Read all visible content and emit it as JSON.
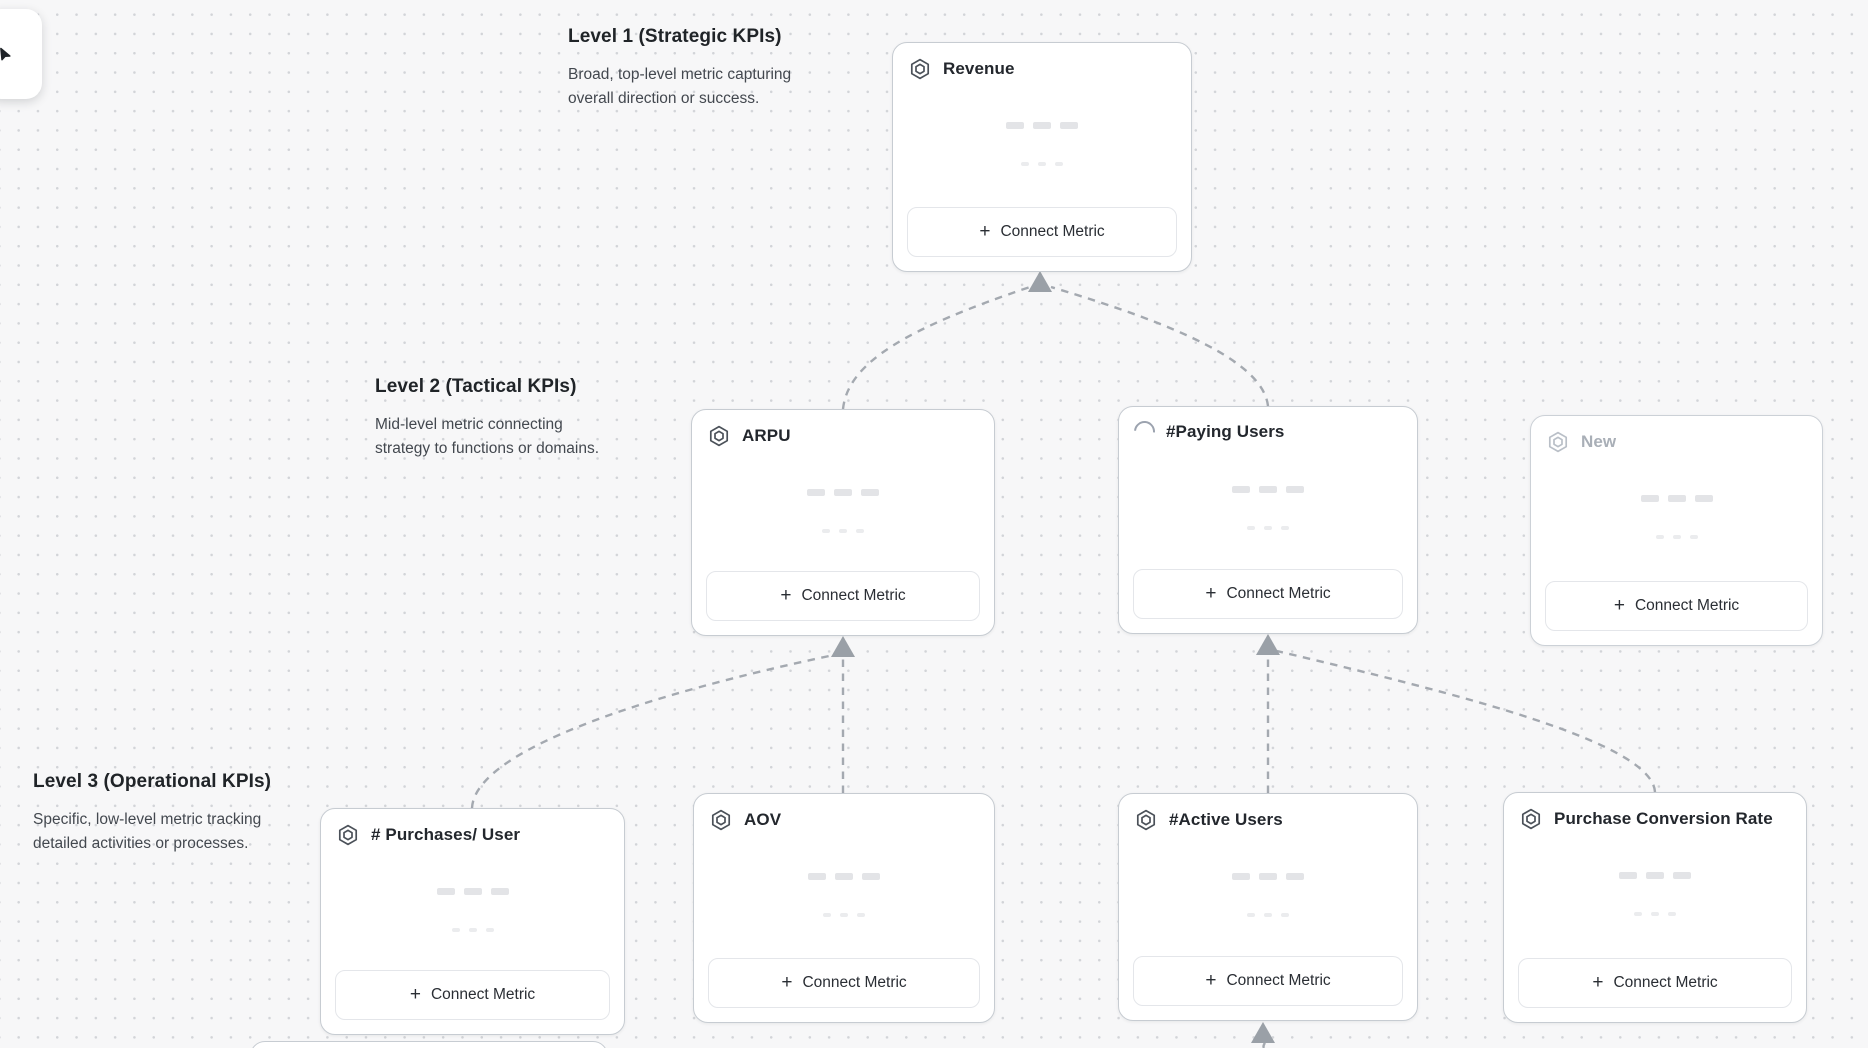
{
  "app": {
    "surface": "kpi-tree-canvas",
    "toolbar": {
      "tool": "cursor-icon"
    }
  },
  "levels": [
    {
      "heading": "Level 1 (Strategic KPIs)",
      "description": "Broad, top-level metric capturing\noverall direction or success."
    },
    {
      "heading": "Level 2 (Tactical KPIs)",
      "description": "Mid-level metric connecting\nstrategy to functions or domains."
    },
    {
      "heading": "Level 3 (Operational KPIs)",
      "description": "Specific, low-level metric tracking\ndetailed activities or processes."
    }
  ],
  "cards": [
    {
      "title": "Revenue",
      "icon": "hexagon-icon",
      "state": "default",
      "level": 1,
      "button_label": "Connect Metric"
    },
    {
      "title": "ARPU",
      "icon": "hexagon-icon",
      "state": "default",
      "level": 2,
      "button_label": "Connect Metric"
    },
    {
      "title": "#Paying Users",
      "icon": "spinner-icon",
      "state": "loading",
      "level": 2,
      "button_label": "Connect Metric"
    },
    {
      "title": "New",
      "icon": "hexagon-icon",
      "state": "draft",
      "level": 2,
      "button_label": "Connect Metric"
    },
    {
      "title": "# Purchases/ User",
      "icon": "hexagon-icon",
      "state": "default",
      "level": 3,
      "button_label": "Connect Metric"
    },
    {
      "title": "AOV",
      "icon": "hexagon-icon",
      "state": "default",
      "level": 3,
      "button_label": "Connect Metric"
    },
    {
      "title": "#Active Users",
      "icon": "hexagon-icon",
      "state": "default",
      "level": 3,
      "button_label": "Connect Metric"
    },
    {
      "title": "Purchase Conversion Rate",
      "icon": "hexagon-icon",
      "state": "default",
      "level": 3,
      "button_label": "Connect Metric"
    }
  ],
  "edges": [
    {
      "from": "ARPU",
      "to": "Revenue",
      "style": "dashed-arrow"
    },
    {
      "from": "#Paying Users",
      "to": "Revenue",
      "style": "dashed-arrow"
    },
    {
      "from": "# Purchases/ User",
      "to": "ARPU",
      "style": "dashed-arrow"
    },
    {
      "from": "AOV",
      "to": "ARPU",
      "style": "dashed-arrow"
    },
    {
      "from": "#Active Users",
      "to": "#Paying Users",
      "style": "dashed-arrow"
    },
    {
      "from": "Purchase Conversion Rate",
      "to": "#Paying Users",
      "style": "dashed-arrow"
    },
    {
      "from": "offscreen-card",
      "to": "#Active Users",
      "style": "dashed-arrow"
    }
  ],
  "ui": {
    "plus_glyph": "+"
  },
  "colors": {
    "canvas_bg": "#f7f7f8",
    "dot_grid": "#d2d4d8",
    "card_border": "#c7ccd2",
    "card_title": "#23272d",
    "draft_title": "#a9afb7",
    "edge": "#a4a9b0",
    "arrowhead": "#9aa0a7",
    "skeleton": "#e3e4e7",
    "button_border": "#e4e6ea",
    "button_text": "#2a2e34"
  }
}
